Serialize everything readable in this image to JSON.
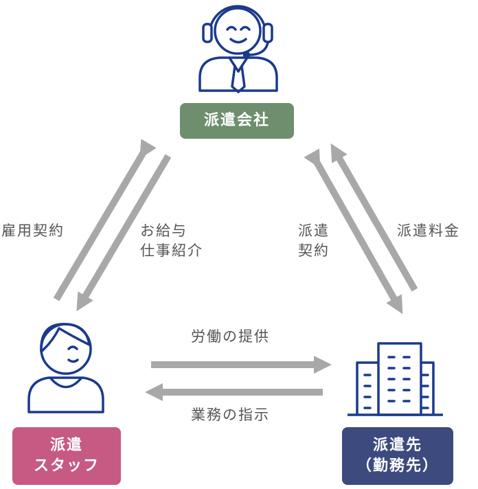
{
  "nodes": {
    "company": {
      "label": "派遣会社",
      "color": "#6e8f6e"
    },
    "staff": {
      "line1": "派遣",
      "line2": "スタッフ",
      "color": "#c65a83"
    },
    "client": {
      "line1": "派遣先",
      "line2": "（勤務先）",
      "color": "#3c4a7e"
    }
  },
  "edges": {
    "employment_contract": "雇用契約",
    "salary": {
      "line1": "お給与",
      "line2": "仕事紹介"
    },
    "dispatch_contract": {
      "line1": "派遣",
      "line2": "契約"
    },
    "dispatch_fee": "派遣料金",
    "labor": "労働の提供",
    "instruction": "業務の指示"
  },
  "colors": {
    "arrow": "#a8a8a8",
    "icon": "#1a3a8c",
    "text": "#555555"
  },
  "icons": {
    "company": "operator-headset-icon",
    "staff": "person-icon",
    "client": "office-buildings-icon"
  }
}
